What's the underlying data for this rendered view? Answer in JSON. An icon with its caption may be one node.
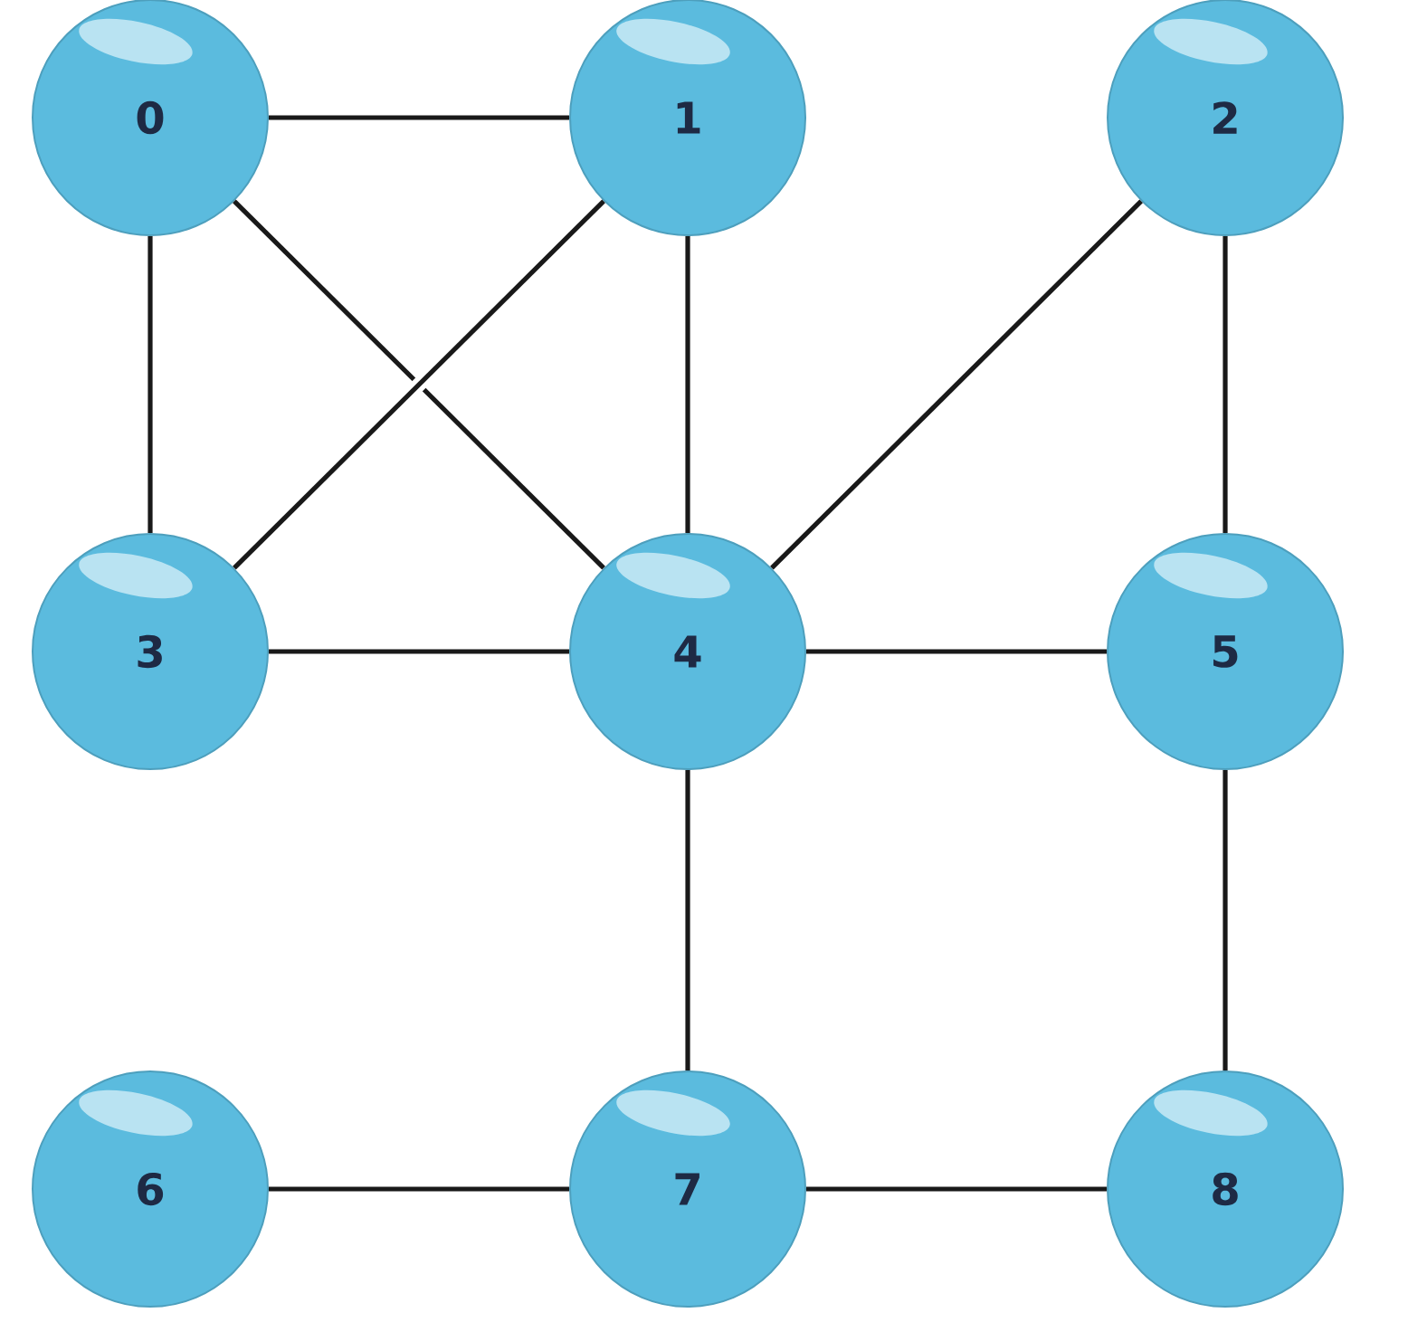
{
  "diagram": {
    "nodes": [
      {
        "text": [
          "0"
        ]
      },
      {
        "text": [
          "1"
        ]
      },
      {
        "text": [
          "2"
        ]
      },
      {
        "text": [
          "3"
        ]
      },
      {
        "text": [
          "4"
        ]
      },
      {
        "text": [
          "5"
        ]
      },
      {
        "text": [
          "6"
        ]
      },
      {
        "text": [
          "7"
        ]
      },
      {
        "text": [
          "8"
        ]
      }
    ],
    "edges": [
      {
        "from": 0,
        "to": 1,
        "arrow": "none"
      },
      {
        "from": 0,
        "to": 3,
        "arrow": "none"
      },
      {
        "from": 0,
        "to": 4,
        "arrow": "none"
      },
      {
        "from": 1,
        "to": 3,
        "arrow": "none"
      },
      {
        "from": 1,
        "to": 4,
        "arrow": "none"
      },
      {
        "from": 2,
        "to": 4,
        "arrow": "none"
      },
      {
        "from": 2,
        "to": 5,
        "arrow": "none"
      },
      {
        "from": 3,
        "to": 4,
        "arrow": "none"
      },
      {
        "from": 4,
        "to": 5,
        "arrow": "none"
      },
      {
        "from": 4,
        "to": 7,
        "arrow": "none"
      },
      {
        "from": 5,
        "to": 8,
        "arrow": "none"
      },
      {
        "from": 6,
        "to": 7,
        "arrow": "none"
      },
      {
        "from": 7,
        "to": 8,
        "arrow": "none"
      }
    ]
  }
}
